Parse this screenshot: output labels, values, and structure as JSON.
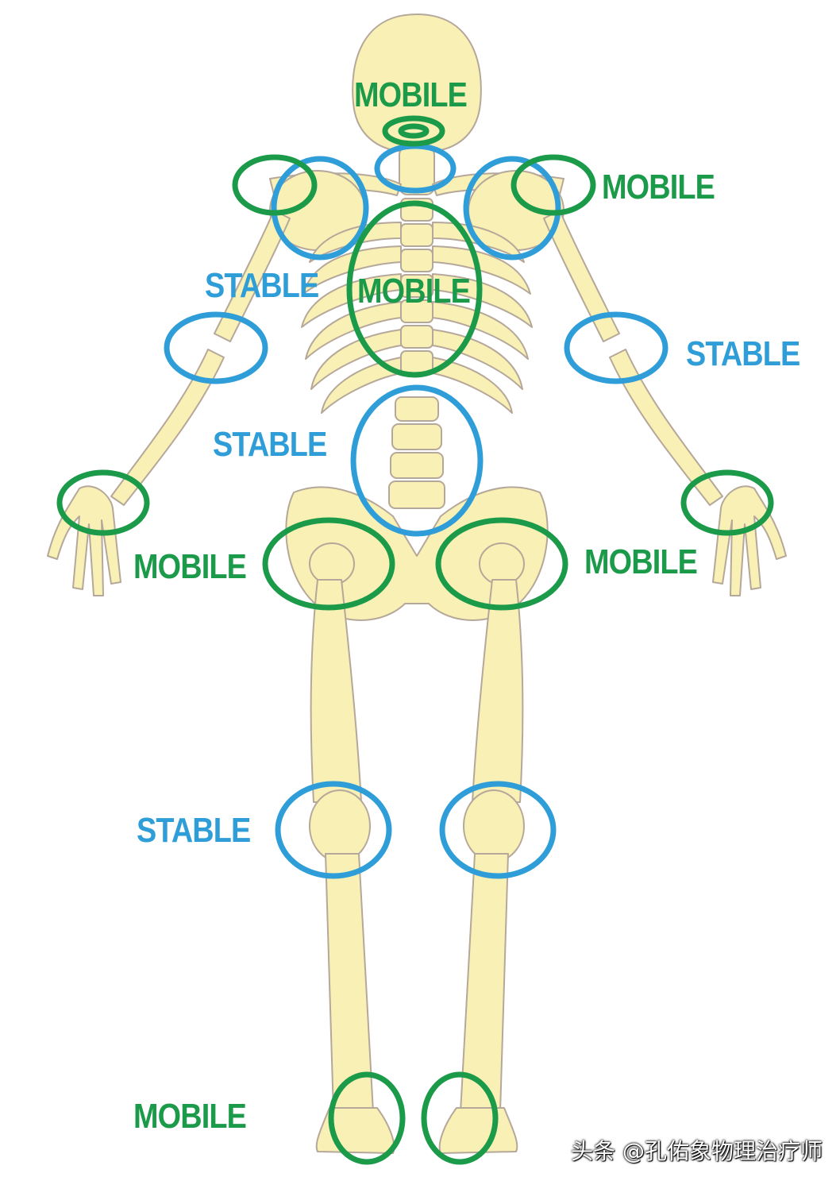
{
  "labels": {
    "head": "MOBILE",
    "shoulder": "MOBILE",
    "scapula": "STABLE",
    "thoracic": "MOBILE",
    "elbow": "STABLE",
    "lumbar": "STABLE",
    "hip_left": "MOBILE",
    "hip_right": "MOBILE",
    "knee": "STABLE",
    "ankle": "MOBILE"
  },
  "watermark": "头条 @孔佑象物理治疗师",
  "colors": {
    "mobile": "#1b9a4a",
    "stable": "#2f9ed8",
    "bone_fill": "#f8f0b4",
    "bone_stroke": "#b5a89a"
  }
}
